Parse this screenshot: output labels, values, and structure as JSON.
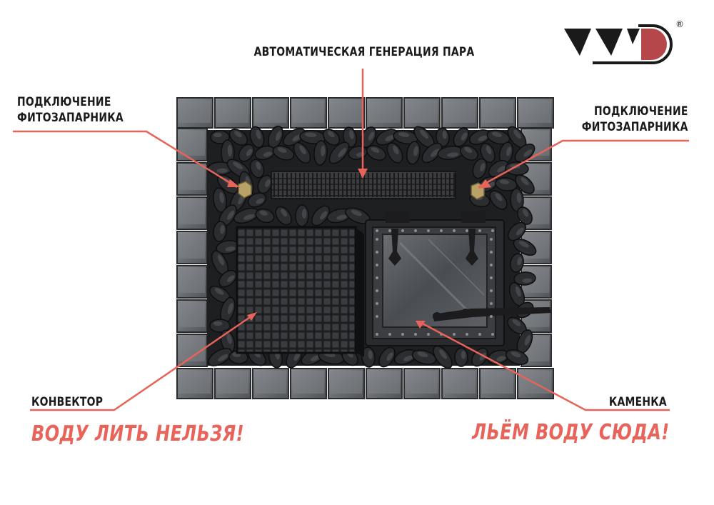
{
  "labels": {
    "steam": "АВТОМАТИЧЕСКАЯ ГЕНЕРАЦИЯ ПАРА",
    "phyto_left": [
      "ПОДКЛЮЧЕНИЕ",
      "ФИТОЗАПАРНИКА"
    ],
    "phyto_right": [
      "ПОДКЛЮЧЕНИЕ",
      "ФИТОЗАПАРНИКА"
    ],
    "convector": "КОНВЕКТОР",
    "heater": "КАМЕНКА"
  },
  "warnings": {
    "convector": "ВОДУ ЛИТЬ НЕЛЬЗЯ!",
    "heater": "ЛЬЁМ ВОДУ СЮДА!"
  },
  "logo": {
    "registered": "®"
  },
  "colors": {
    "accent": "#e8635a",
    "text": "#1a1a1a",
    "brick": "#6f7378",
    "stone": "#2c2d30",
    "glass": "#55585d",
    "brass": "#b8a267",
    "logo_red": "#b5474b"
  }
}
